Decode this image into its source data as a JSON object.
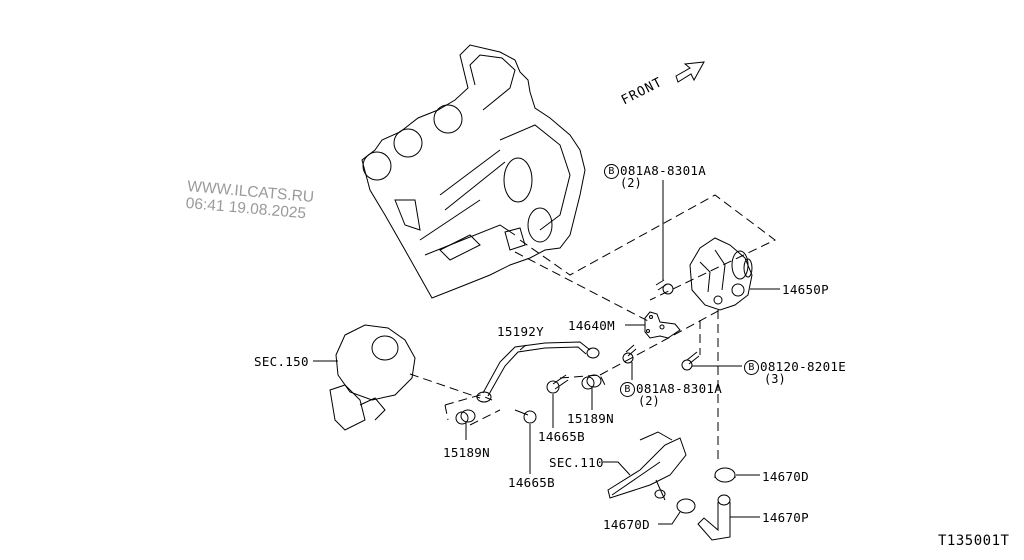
{
  "diagram": {
    "title_code": "T135001T",
    "orientation_label": "FRONT",
    "watermark": {
      "line1": "WWW.ILCATS.RU",
      "line2": "06:41 19.08.2025"
    },
    "parts": [
      {
        "id": "bolt_top",
        "marker": "B",
        "part_no": "081A8-8301A",
        "qty": "(2)"
      },
      {
        "id": "water_pump",
        "part_no": "14650P"
      },
      {
        "id": "bracket",
        "part_no": "14640M"
      },
      {
        "id": "bolt_right",
        "marker": "B",
        "part_no": "08120-8201E",
        "qty": "(3)"
      },
      {
        "id": "bolt_mid",
        "marker": "B",
        "part_no": "081A8-8301A",
        "qty": "(2)"
      },
      {
        "id": "oil_tube",
        "part_no": "15192Y"
      },
      {
        "id": "turbo_section",
        "part_no": "SEC.150"
      },
      {
        "id": "clamp_right",
        "part_no": "15189N"
      },
      {
        "id": "clamp_left",
        "part_no": "15189N"
      },
      {
        "id": "eye_bolt_right",
        "part_no": "14665B"
      },
      {
        "id": "eye_bolt_left",
        "part_no": "14665B"
      },
      {
        "id": "block_section",
        "part_no": "SEC.110"
      },
      {
        "id": "hose_clamp_upper",
        "part_no": "14670D"
      },
      {
        "id": "hose_clamp_lower",
        "part_no": "14670D"
      },
      {
        "id": "hose",
        "part_no": "14670P"
      }
    ]
  }
}
